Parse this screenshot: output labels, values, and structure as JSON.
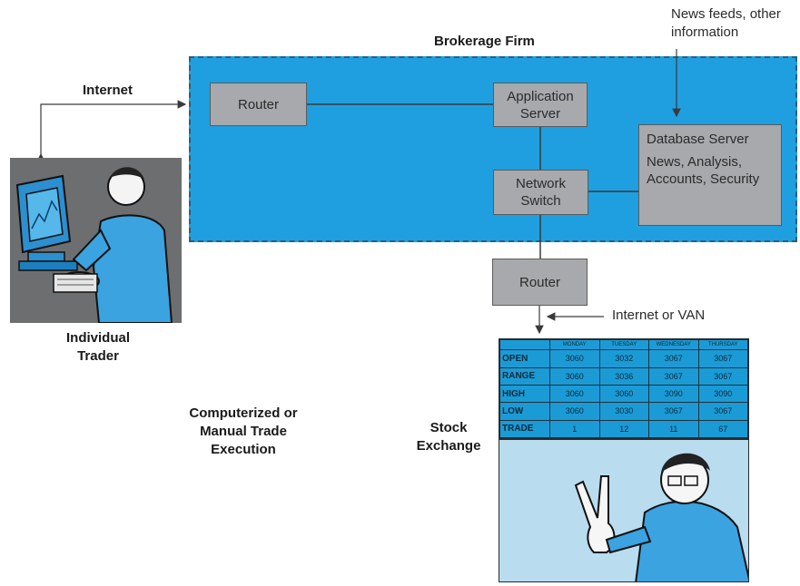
{
  "brokerage": {
    "title": "Brokerage Firm",
    "router_label": "Router",
    "app_server_label": "Application Server",
    "network_switch_label": "Network Switch",
    "db_server_title": "Database Server",
    "db_server_contents": "News, Analysis, Accounts, Security"
  },
  "external": {
    "news_feeds": "News feeds, other information",
    "internet": "Internet",
    "exchange_router_label": "Router",
    "internet_or_van": "Internet or VAN"
  },
  "trader": {
    "label": "Individual Trader"
  },
  "execution": {
    "label": "Computerized or Manual Trade Execution"
  },
  "exchange": {
    "label": "Stock Exchange",
    "board": {
      "days": [
        "MONDAY",
        "TUESDAY",
        "WEDNESDAY",
        "THURSDAY"
      ],
      "rows": [
        {
          "label": "OPEN",
          "cells": [
            "3060",
            "3032",
            "3067",
            "3067"
          ]
        },
        {
          "label": "RANGE",
          "cells": [
            "3060",
            "3036",
            "3067",
            "3067"
          ]
        },
        {
          "label": "HIGH",
          "cells": [
            "3060",
            "3060",
            "3090",
            "3090"
          ]
        },
        {
          "label": "LOW",
          "cells": [
            "3060",
            "3030",
            "3067",
            "3067"
          ]
        },
        {
          "label": "TRADE",
          "cells": [
            "1",
            "12",
            "11",
            "67"
          ]
        }
      ]
    }
  },
  "colors": {
    "brokerage_fill": "#1f9fdf",
    "box_fill": "#a7a9ac",
    "board_fill": "#1b9bd6",
    "exchange_panel": "#b9dcef",
    "trader_panel": "#6d6e70"
  }
}
